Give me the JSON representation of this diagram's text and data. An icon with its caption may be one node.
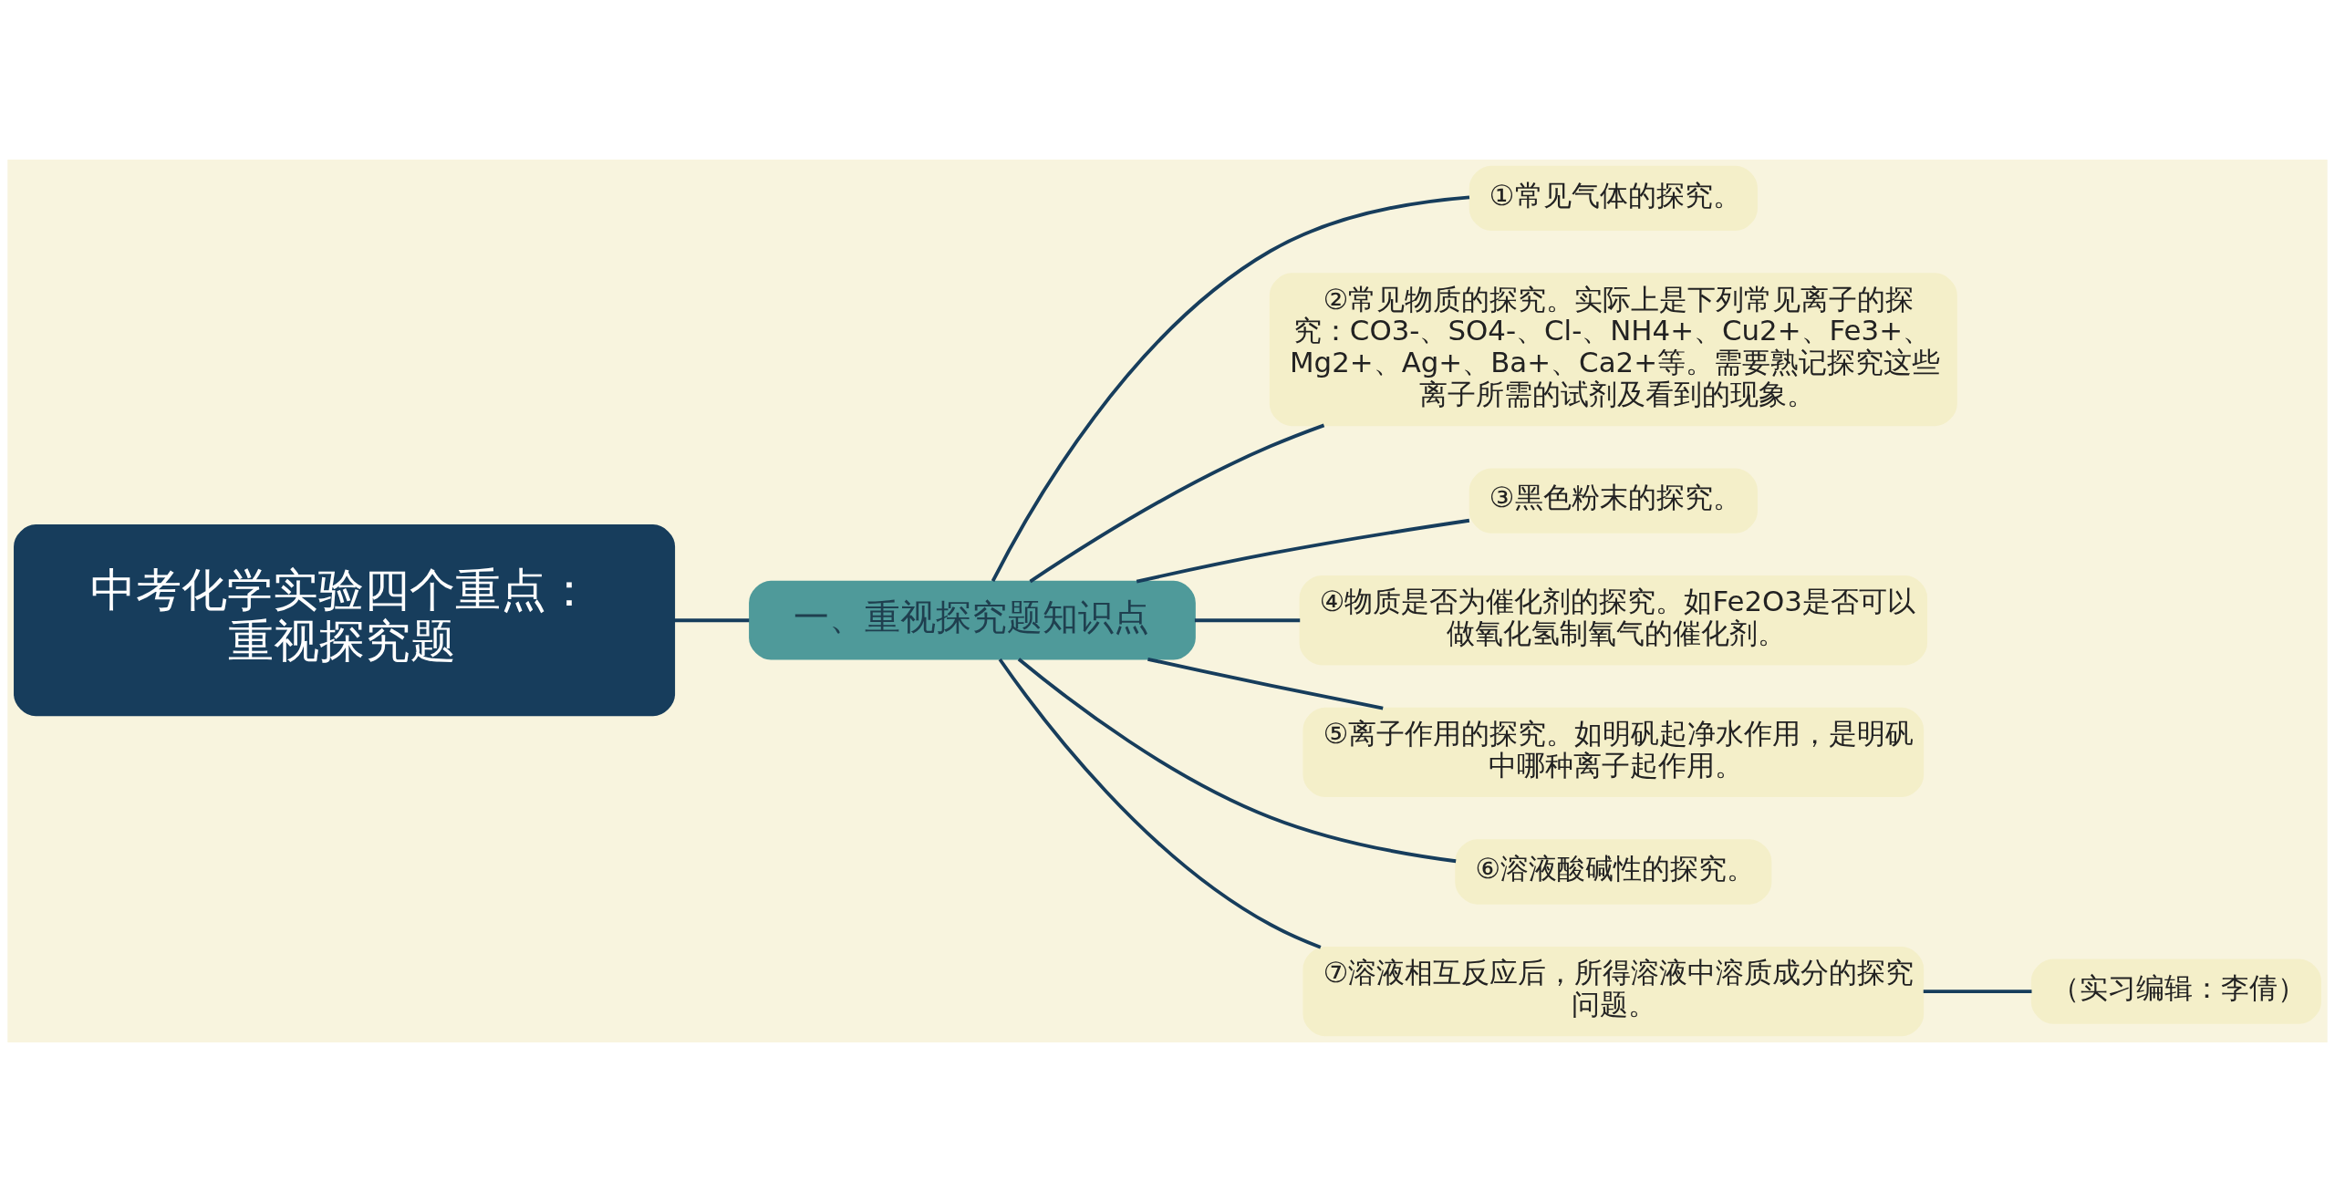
{
  "diagram": {
    "nodes": [
      {
        "text": [
          "中考化学实验四个重点：重视探究题"
        ]
      },
      {
        "text": [
          "一、重视探究题知识点"
        ]
      },
      {
        "text": [
          "①常见气体的探究。"
        ]
      },
      {
        "text": [
          "②常见物质的探究。实际上是下列常见离子的探究：CO3-、SO4-、Cl-、NH4+、Cu2+、Fe3+、Mg2+、Ag+、Ba+、Ca2+等。需要熟记探究这些离子所需的试剂及看到的现象。"
        ]
      },
      {
        "text": [
          "③黑色粉末的探究。"
        ]
      },
      {
        "text": [
          "④物质是否为催化剂的探究。如Fe2O3是否可以做氧化氢制氧气的催化剂。"
        ]
      },
      {
        "text": [
          "⑤离子作用的探究。如明矾起净水作用，是明矾中哪种离子起作用。"
        ]
      },
      {
        "text": [
          "⑥溶液酸碱性的探究。"
        ]
      },
      {
        "text": [
          "⑦溶液相互反应后，所得溶液中溶质成分的探究问题。"
        ]
      },
      {
        "text": [
          "（实习编辑：李倩）"
        ]
      }
    ],
    "edges": [
      {
        "from": 0,
        "to": 1,
        "arrow": "none"
      },
      {
        "from": 1,
        "to": 2,
        "arrow": "none"
      },
      {
        "from": 1,
        "to": 3,
        "arrow": "none"
      },
      {
        "from": 1,
        "to": 4,
        "arrow": "none"
      },
      {
        "from": 1,
        "to": 5,
        "arrow": "none"
      },
      {
        "from": 1,
        "to": 6,
        "arrow": "none"
      },
      {
        "from": 1,
        "to": 7,
        "arrow": "none"
      },
      {
        "from": 1,
        "to": 8,
        "arrow": "none"
      },
      {
        "from": 8,
        "to": 9,
        "arrow": "none"
      }
    ]
  }
}
